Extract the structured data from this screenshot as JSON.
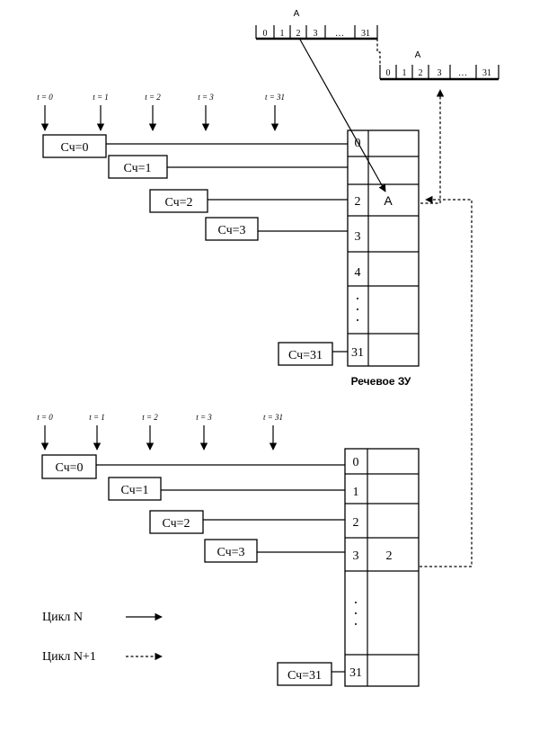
{
  "reg_top": {
    "title": "A",
    "cells": [
      "0",
      "1",
      "2",
      "3",
      "…",
      "31"
    ]
  },
  "reg_right": {
    "title": "A",
    "cells": [
      "0",
      "1",
      "2",
      "3",
      "…",
      "31"
    ]
  },
  "panel1": {
    "time_labels": [
      "t = 0",
      "t = 1",
      "t = 2",
      "t = 3",
      "t = 31"
    ],
    "counters": [
      "Сч=0",
      "Сч=1",
      "Сч=2",
      "Сч=3",
      "Сч=31"
    ],
    "memory_rows": [
      "0",
      "",
      "2",
      "3",
      "4",
      "·\n·\n·",
      "31"
    ],
    "stored_value": "A",
    "memory_label": "Речевое ЗУ"
  },
  "panel2": {
    "time_labels": [
      "t = 0",
      "t = 1",
      "t = 2",
      "t = 3",
      "t = 31"
    ],
    "counters": [
      "Сч=0",
      "Сч=1",
      "Сч=2",
      "Сч=3",
      "Сч=31"
    ],
    "memory_rows": [
      "0",
      "1",
      "2",
      "3",
      "·\n·\n·",
      "31"
    ],
    "stored_value": "2"
  },
  "legend": {
    "cycle_n": "Цикл N",
    "cycle_n1": "Цикл N+1"
  }
}
